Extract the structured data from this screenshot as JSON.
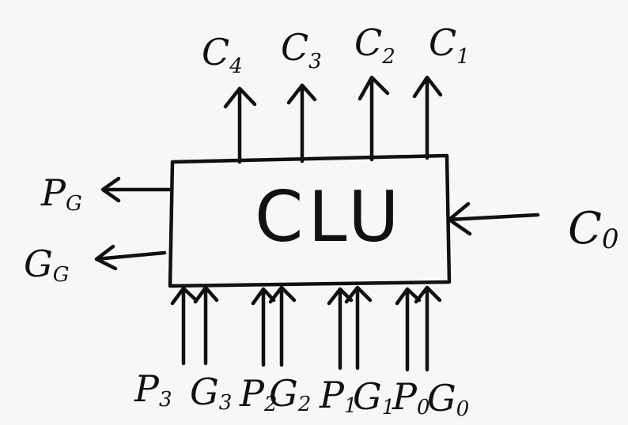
{
  "block": {
    "label": "CLU"
  },
  "carry_outputs": [
    {
      "main": "C",
      "sub": "4"
    },
    {
      "main": "C",
      "sub": "3"
    },
    {
      "main": "C",
      "sub": "2"
    },
    {
      "main": "C",
      "sub": "1"
    }
  ],
  "carry_input": {
    "main": "C",
    "sub": "0"
  },
  "group_outputs": [
    {
      "main": "P",
      "sub": "G"
    },
    {
      "main": "G",
      "sub": "G"
    }
  ],
  "bottom_inputs": [
    {
      "main": "P",
      "sub": "3"
    },
    {
      "main": "G",
      "sub": "3"
    },
    {
      "main": "P",
      "sub": "2"
    },
    {
      "main": "G",
      "sub": "2"
    },
    {
      "main": "P",
      "sub": "1"
    },
    {
      "main": "G",
      "sub": "1"
    },
    {
      "main": "P",
      "sub": "0"
    },
    {
      "main": "G",
      "sub": "0"
    }
  ]
}
